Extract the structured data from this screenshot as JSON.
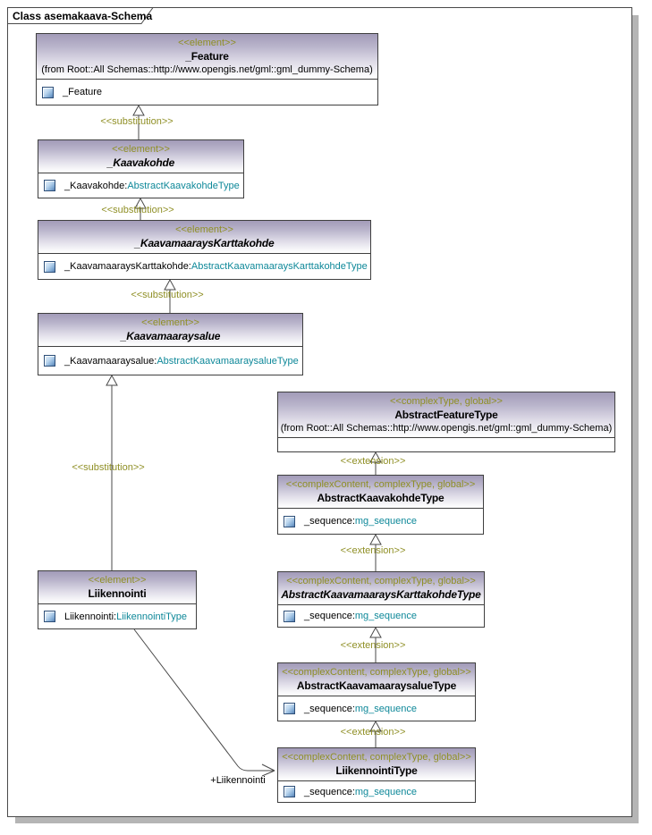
{
  "frame": {
    "title": "Class asemakaava-Schema"
  },
  "colors": {
    "stereotype_text": "#8f8f25",
    "type_link_text": "#0e8899",
    "header_gradient_top": "#a29bb8",
    "box_border": "#3f3f3f",
    "connector_line": "#4a4a4a",
    "frame_shadow": "#b5b5b5"
  },
  "icons": {
    "attribute": "attribute-square-icon"
  },
  "nodes": [
    {
      "stereotype": "<<element>>",
      "name": "_Feature",
      "from": "(from Root::All Schemas::http://www.opengis.net/gml::gml_dummy-Schema)",
      "attributes": [
        {
          "label": "_Feature",
          "type": ""
        }
      ]
    },
    {
      "stereotype": "<<element>>",
      "name": "_Kaavakohde",
      "attributes": [
        {
          "label": "_Kaavakohde:",
          "type": "AbstractKaavakohdeType"
        }
      ]
    },
    {
      "stereotype": "<<element>>",
      "name": "_KaavamaaraysKarttakohde",
      "attributes": [
        {
          "label": "_KaavamaaraysKarttakohde:",
          "type": "AbstractKaavamaaraysKarttakohdeType"
        }
      ]
    },
    {
      "stereotype": "<<element>>",
      "name": "_Kaavamaaraysalue",
      "attributes": [
        {
          "label": "_Kaavamaaraysalue:",
          "type": "AbstractKaavamaaraysalueType"
        }
      ]
    },
    {
      "stereotype": "<<complexType, global>>",
      "name": "AbstractFeatureType",
      "from": "(from Root::All Schemas::http://www.opengis.net/gml::gml_dummy-Schema)",
      "attributes": []
    },
    {
      "stereotype": "<<complexContent, complexType, global>>",
      "name": "AbstractKaavakohdeType",
      "attributes": [
        {
          "label": "_sequence:",
          "type": "mg_sequence"
        }
      ]
    },
    {
      "stereotype": "<<complexContent, complexType, global>>",
      "name": "AbstractKaavamaaraysKarttakohdeType",
      "attributes": [
        {
          "label": "_sequence:",
          "type": "mg_sequence"
        }
      ]
    },
    {
      "stereotype": "<<complexContent, complexType, global>>",
      "name": "AbstractKaavamaaraysalueType",
      "attributes": [
        {
          "label": "_sequence:",
          "type": "mg_sequence"
        }
      ]
    },
    {
      "stereotype": "<<complexContent, complexType, global>>",
      "name": "LiikennointiType",
      "attributes": [
        {
          "label": "_sequence:",
          "type": "mg_sequence"
        }
      ]
    },
    {
      "stereotype": "<<element>>",
      "name": "Liikennointi",
      "attributes": [
        {
          "label": "Liikennointi:",
          "type": "LiikennointiType"
        }
      ]
    }
  ],
  "connectors": [
    {
      "from": "_Kaavakohde",
      "to": "_Feature",
      "type": "substitution",
      "label": "<<substitution>>"
    },
    {
      "from": "_KaavamaaraysKarttakohde",
      "to": "_Kaavakohde",
      "type": "substitution",
      "label": "<<substitution>>"
    },
    {
      "from": "_Kaavamaaraysalue",
      "to": "_KaavamaaraysKarttakohde",
      "type": "substitution",
      "label": "<<substitution>>"
    },
    {
      "from": "Liikennointi",
      "to": "_Kaavamaaraysalue",
      "type": "substitution",
      "label": "<<substitution>>"
    },
    {
      "from": "AbstractKaavakohdeType",
      "to": "AbstractFeatureType",
      "type": "extension",
      "label": "<<extension>>"
    },
    {
      "from": "AbstractKaavamaaraysKarttakohdeType",
      "to": "AbstractKaavakohdeType",
      "type": "extension",
      "label": "<<extension>>"
    },
    {
      "from": "AbstractKaavamaaraysalueType",
      "to": "AbstractKaavamaaraysKarttakohdeType",
      "type": "extension",
      "label": "<<extension>>"
    },
    {
      "from": "LiikennointiType",
      "to": "AbstractKaavamaaraysalueType",
      "type": "extension",
      "label": "<<extension>>"
    },
    {
      "from": "Liikennointi",
      "to": "LiikennointiType",
      "type": "association",
      "label": "+Liikennointi"
    }
  ]
}
